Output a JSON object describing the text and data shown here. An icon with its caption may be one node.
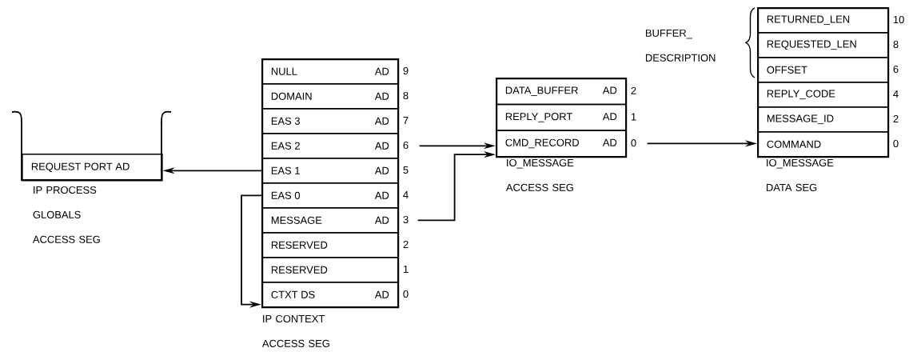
{
  "diagram": {
    "nodes": [
      {
        "text": [
          "IP PROCESS GLOBALS ACCESS SEG"
        ]
      },
      {
        "text": [
          "REQUEST PORT AD"
        ],
        "in": 0
      },
      {
        "text": [
          "IP CONTEXT ACCESS SEG"
        ]
      },
      {
        "text": [
          "NULL",
          "AD"
        ],
        "in": 2,
        "beside": [
          "9"
        ]
      },
      {
        "text": [
          "DOMAIN",
          "AD"
        ],
        "in": 2,
        "beside": [
          "8"
        ]
      },
      {
        "text": [
          "EAS 3",
          "AD"
        ],
        "in": 2,
        "beside": [
          "7"
        ]
      },
      {
        "text": [
          "EAS 2",
          "AD"
        ],
        "in": 2,
        "beside": [
          "6"
        ]
      },
      {
        "text": [
          "EAS 1",
          "AD"
        ],
        "in": 2,
        "beside": [
          "5"
        ]
      },
      {
        "text": [
          "EAS 0",
          "AD"
        ],
        "in": 2,
        "beside": [
          "4"
        ]
      },
      {
        "text": [
          "MESSAGE",
          "AD"
        ],
        "in": 2,
        "beside": [
          "3"
        ]
      },
      {
        "text": [
          "RESERVED"
        ],
        "in": 2,
        "beside": [
          "2"
        ]
      },
      {
        "text": [
          "RESERVED"
        ],
        "in": 2,
        "beside": [
          "1"
        ]
      },
      {
        "text": [
          "CTXT DS",
          "AD"
        ],
        "in": 2,
        "beside": [
          "0"
        ]
      },
      {
        "text": [
          "IO_MESSAGE ACCESS SEG"
        ]
      },
      {
        "text": [
          "DATA_BUFFER",
          "AD"
        ],
        "in": 13,
        "beside": [
          "2"
        ]
      },
      {
        "text": [
          "REPLY_PORT",
          "AD"
        ],
        "in": 13,
        "beside": [
          "1"
        ]
      },
      {
        "text": [
          "CMD_RECORD",
          "AD"
        ],
        "in": 13,
        "beside": [
          "0"
        ]
      },
      {
        "text": [
          "IO_MESSAGE DATA SEG"
        ]
      },
      {
        "text": [
          "RETURNED_LEN"
        ],
        "in": 17,
        "beside": [
          "10"
        ]
      },
      {
        "text": [
          "REQUESTED_LEN"
        ],
        "in": 17,
        "beside": [
          "8"
        ]
      },
      {
        "text": [
          "OFFSET"
        ],
        "in": 17,
        "beside": [
          "6"
        ]
      },
      {
        "text": [
          "REPLY_CODE"
        ],
        "in": 17,
        "beside": [
          "4"
        ]
      },
      {
        "text": [
          "MESSAGE_ID"
        ],
        "in": 17,
        "beside": [
          "2"
        ]
      },
      {
        "text": [
          "COMMAND"
        ],
        "in": 17,
        "beside": [
          "0"
        ]
      }
    ],
    "edges": [
      {
        "from": 7,
        "to": 1,
        "arrow": "to"
      },
      {
        "from": 8,
        "to": 12,
        "arrow": "to"
      },
      {
        "from": 6,
        "to": 16,
        "arrow": "to"
      },
      {
        "from": 9,
        "to": 13,
        "arrow": "to"
      },
      {
        "from": 16,
        "to": 23,
        "arrow": "to"
      }
    ],
    "labels": [
      "BUFFER_ DESCRIPTION"
    ]
  }
}
